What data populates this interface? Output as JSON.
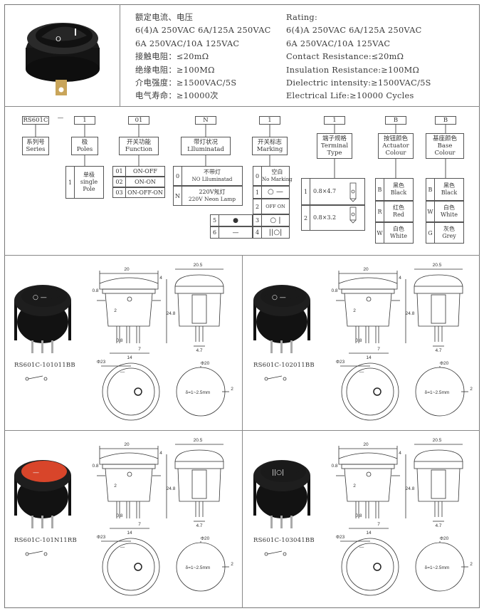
{
  "spec_cn": {
    "l1": "额定电流、电压",
    "l2": "6(4)A 250VAC  6A/125A 250VAC",
    "l3": "6A  250VAC/10A 125VAC",
    "l4": "接触电阻：≤20mΩ",
    "l5": "绝缘电阻：≥100MΩ",
    "l6": "介电强度：≥1500VAC/5S",
    "l7": "电气寿命：≥10000次"
  },
  "spec_en": {
    "l1": "Rating:",
    "l2": "6(4)A 250VAC  6A/125A 250VAC",
    "l3": "6A  250VAC/10A 125VAC",
    "l4": "Contact  Resistance:≤20mΩ",
    "l5": "Insulation  Resistance:≥100MΩ",
    "l6": "Dielectric intensity:≥1500VAC/5S",
    "l7": "Electrical Life:≥10000 Cycles"
  },
  "code": {
    "series": "RS601C",
    "dash": "—",
    "poles": "1",
    "function": "01",
    "lamp": "N",
    "marking": "1",
    "terminal": "1",
    "actuator": "B",
    "base": "B"
  },
  "headers": {
    "series": {
      "cn": "系列号",
      "en": "Series"
    },
    "poles": {
      "cn": "极",
      "en": "Poles"
    },
    "function": {
      "cn": "开关功能",
      "en": "Function"
    },
    "lamp": {
      "cn": "带灯状况",
      "en": "Llluminatad"
    },
    "marking": {
      "cn": "开关标志",
      "en": "Marking"
    },
    "terminal": {
      "cn": "端子规格",
      "en1": "Terminal",
      "en2": "Type"
    },
    "actuator": {
      "cn": "按钮颜色",
      "en1": "Actuator",
      "en2": "Colour"
    },
    "base": {
      "cn": "基座颜色",
      "en1": "Base",
      "en2": "Colour"
    }
  },
  "poles_opts": [
    {
      "k": "1",
      "cn": "单极",
      "en1": "single",
      "en2": "Pole"
    }
  ],
  "function_opts": [
    {
      "k": "01",
      "v": "ON-OFF"
    },
    {
      "k": "02",
      "v": "ON-ON"
    },
    {
      "k": "03",
      "v": "ON-OFF-ON"
    }
  ],
  "lamp_opts": [
    {
      "k": "0",
      "cn": "不带灯",
      "en": "NO Llluminatad"
    },
    {
      "k": "N",
      "cn": "220V氖灯",
      "en": "220V Neon Lamp"
    }
  ],
  "marking_opts": [
    {
      "k": "0",
      "cn": "空白",
      "en": "No Marking"
    },
    {
      "k": "1",
      "sym": "○ —"
    },
    {
      "k": "2",
      "sym": "OFF  ON"
    },
    {
      "k": "3",
      "sym": "○ |"
    },
    {
      "k": "4",
      "sym": "||○|"
    },
    {
      "k": "5",
      "sym": "●"
    },
    {
      "k": "6",
      "sym": "—"
    }
  ],
  "terminal_opts": [
    {
      "k": "1",
      "v": "0.8×4.7"
    },
    {
      "k": "2",
      "v": "0.8×3.2"
    }
  ],
  "actuator_opts": [
    {
      "k": "B",
      "cn": "黑色",
      "en": "Black"
    },
    {
      "k": "R",
      "cn": "红色",
      "en": "Red"
    },
    {
      "k": "W",
      "cn": "白色",
      "en": "White"
    }
  ],
  "base_opts": [
    {
      "k": "B",
      "cn": "黑色",
      "en": "Black"
    },
    {
      "k": "W",
      "cn": "白色",
      "en": "White"
    },
    {
      "k": "G",
      "cn": "灰色",
      "en": "Grey"
    }
  ],
  "models": [
    {
      "name": "RS601C-101011BB",
      "actuator_color": "#1a1a1a",
      "marks": "○ —"
    },
    {
      "name": "RS601C-102011BB",
      "actuator_color": "#1a1a1a",
      "marks": "○ —"
    },
    {
      "name": "RS601C-101N11RB",
      "actuator_color": "#d8452a",
      "marks": "—"
    },
    {
      "name": "RS601C-103041BB",
      "actuator_color": "#1a1a1a",
      "marks": "||○|"
    }
  ],
  "dims": {
    "w20": "20",
    "w205": "20.5",
    "h4": "4",
    "h248": "24.8",
    "h08": "0.8",
    "d2": "2",
    "t08": "0.8",
    "p7": "7",
    "p14": "14",
    "t47": "4.7",
    "dia23": "Φ23",
    "dia20": "Φ20",
    "delta": "δ=1~2.5mm",
    "s2": "2"
  }
}
